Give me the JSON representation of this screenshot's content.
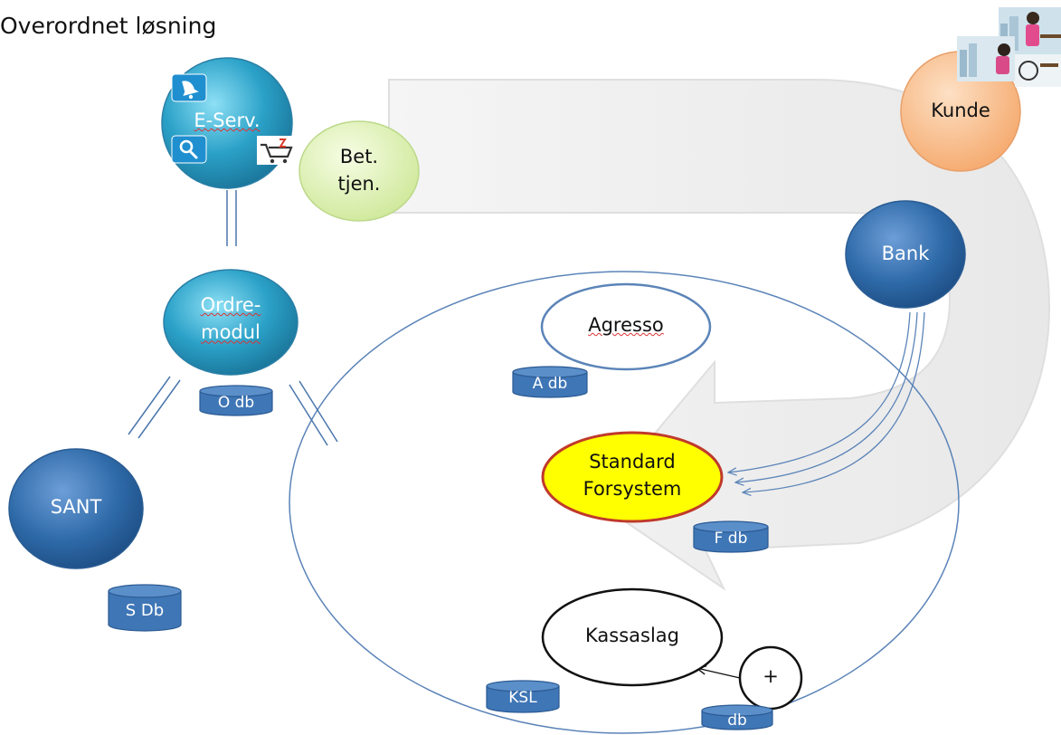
{
  "title": "Overordnet løsning",
  "nodes": {
    "eserv": "E-Serv.",
    "bet": "Bet.\ntjen.",
    "kunde": "Kunde",
    "bank": "Bank",
    "ordre": "Ordre-\nmodul",
    "sant": "SANT",
    "agresso": "Agresso",
    "standard": "Standard\nForsystem",
    "kassaslag": "Kassaslag",
    "plus": "+"
  },
  "databases": {
    "odb": "O db",
    "adb": "A db",
    "fdb": "F db",
    "sdb": "S Db",
    "ksl": "KSL",
    "db": "db"
  },
  "icons": [
    "bell-icon",
    "search-icon",
    "shopping-cart-icon",
    "customer-photo-icon"
  ],
  "colors": {
    "blue_node": "#2e6aa8",
    "teal_node": "#2ba1c8",
    "bet_node": "#dff1b0",
    "kunde_node": "#f8be8d",
    "standard_fill": "#ffff00",
    "standard_stroke": "#c0392b",
    "cylinder": "#3f76b6",
    "outline": "#5b84b8"
  }
}
